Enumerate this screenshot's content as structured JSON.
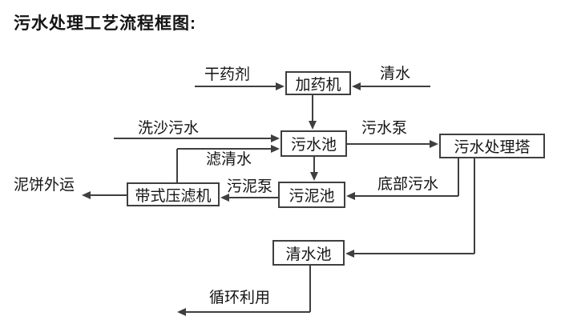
{
  "title": "污水处理工艺流程框图:",
  "nodes": {
    "dosing_machine": "加药机",
    "sewage_pool": "污水池",
    "treatment_tower": "污水处理塔",
    "sludge_pool": "污泥池",
    "belt_filter_press": "带式压滤机",
    "clear_water_pool": "清水池"
  },
  "edge_labels": {
    "dry_agent": "干药剂",
    "clear_water": "清水",
    "sand_washing_sewage": "洗沙污水",
    "sewage_pump": "污水泵",
    "filtered_water": "滤清水",
    "sludge_pump": "污泥泵",
    "bottom_sewage": "底部污水",
    "mud_cake_out": "泥饼外运",
    "recycle": "循环利用"
  },
  "colors": {
    "line": "#3f3f3f",
    "text": "#141414",
    "background": "#ffffff"
  }
}
